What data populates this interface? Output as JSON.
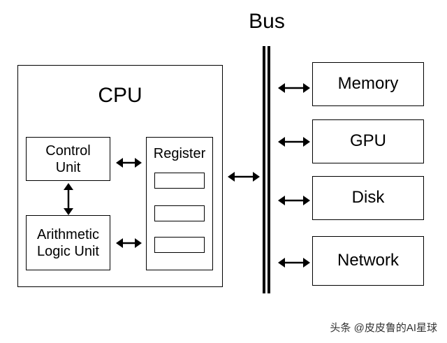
{
  "bus": {
    "label": "Bus"
  },
  "cpu": {
    "label": "CPU",
    "control_unit": {
      "label_line1": "Control",
      "label_line2": "Unit"
    },
    "alu": {
      "label_line1": "Arithmetic",
      "label_line2": "Logic Unit"
    },
    "register": {
      "label": "Register",
      "slot_count": 3
    }
  },
  "devices": [
    {
      "label": "Memory"
    },
    {
      "label": "GPU"
    },
    {
      "label": "Disk"
    },
    {
      "label": "Network"
    }
  ],
  "watermark": {
    "text": "头条 @皮皮鲁的AI星球"
  },
  "colors": {
    "stroke": "#000000",
    "background": "#ffffff"
  }
}
